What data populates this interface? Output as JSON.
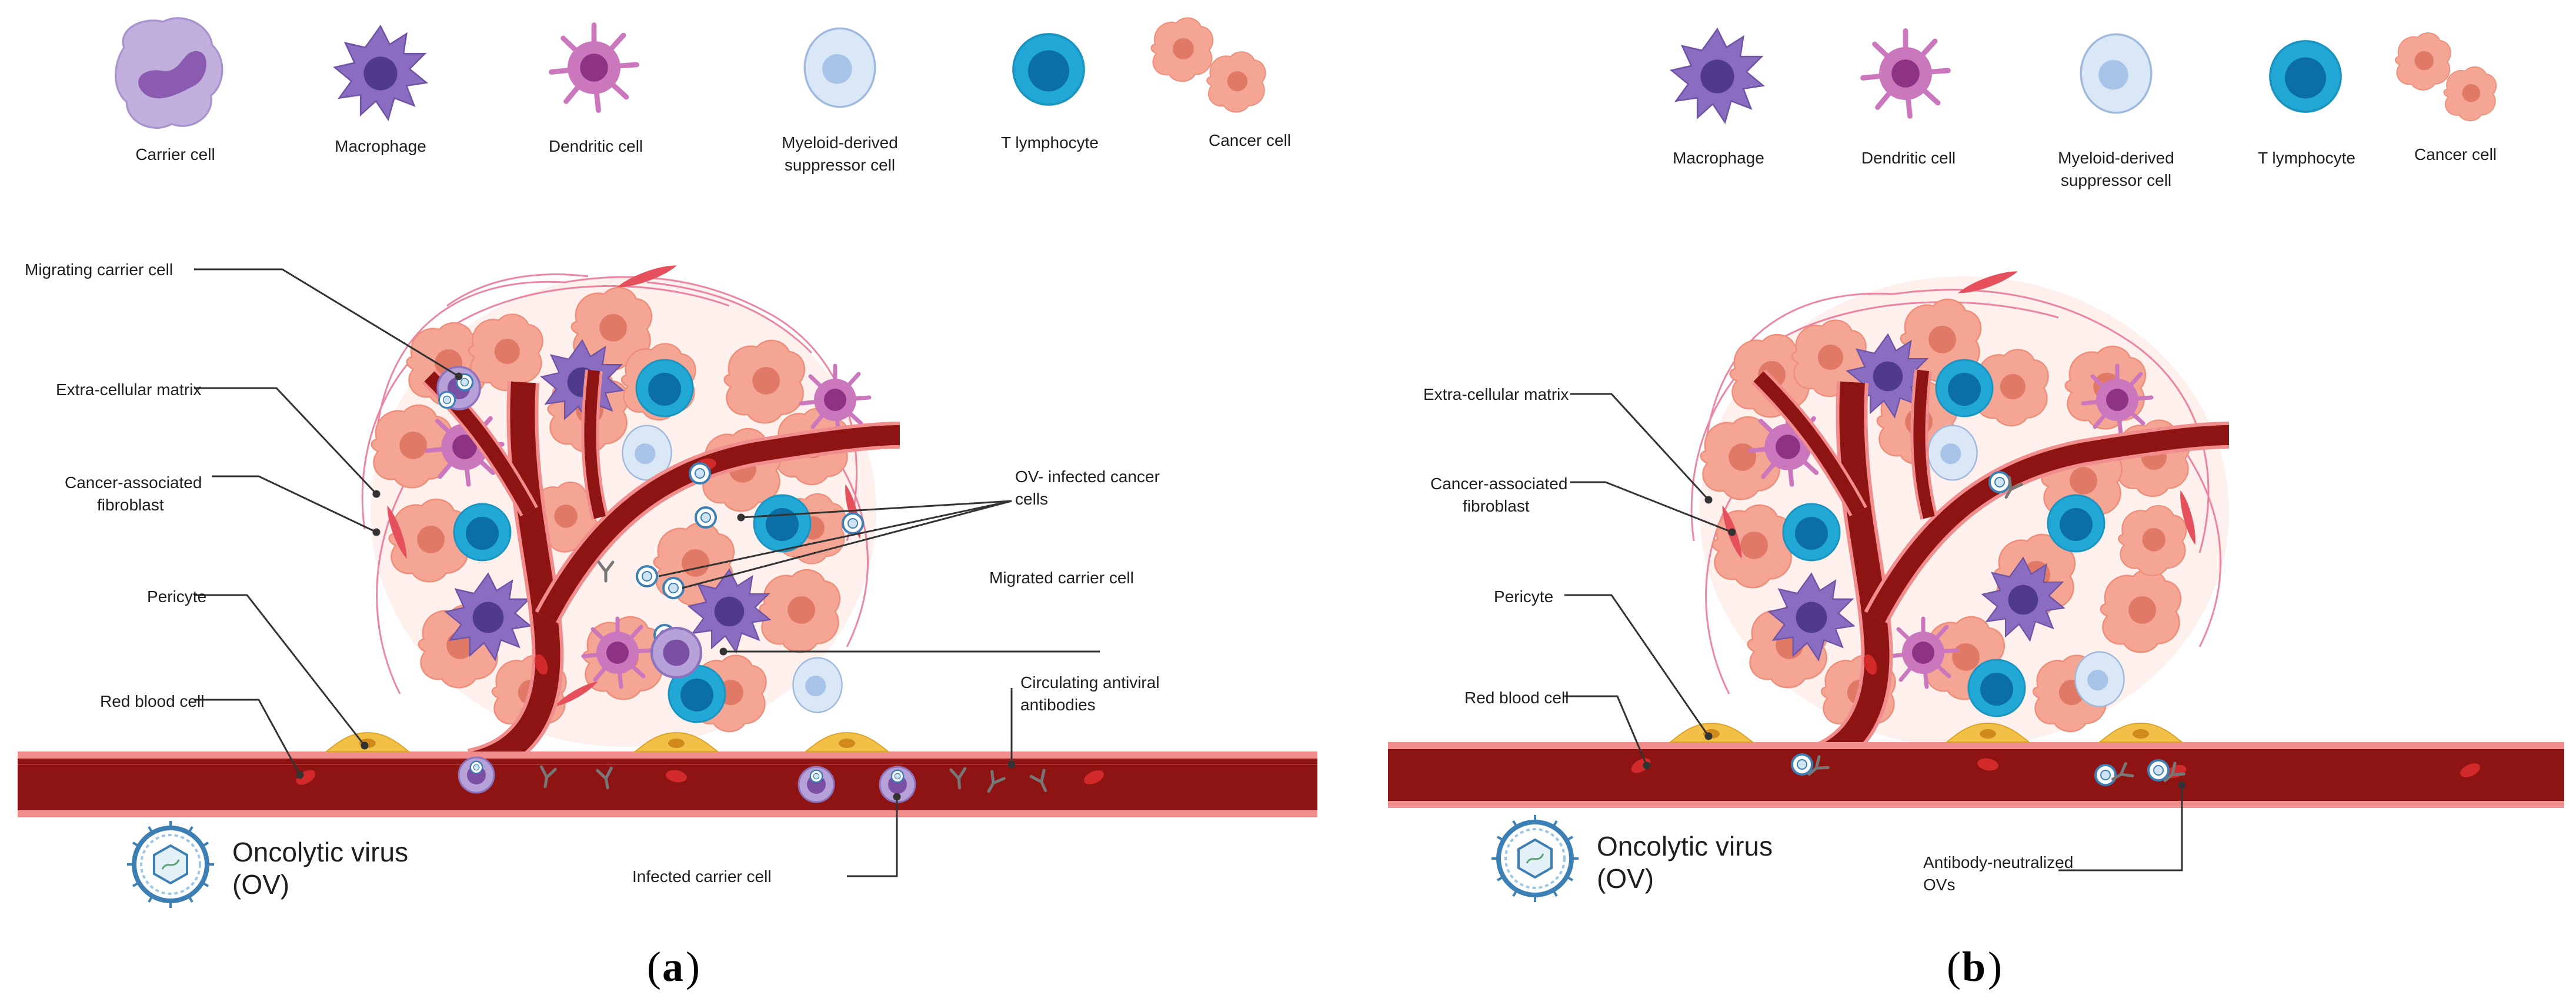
{
  "colors": {
    "vessel": "#8e1414",
    "vessel_edge": "#f28d8d",
    "cancer": "#f4a593",
    "cancer_nucleus": "#e07a67",
    "macrophage": "#8a6cc0",
    "macrophage_nucleus": "#4f3a8c",
    "dendritic": "#cb77bd",
    "dendritic_nucleus": "#8e3383",
    "t_cell": "#22a8d6",
    "t_cell_nucleus": "#0b6fa5",
    "mdsc": "#d9e7f7",
    "mdsc_nucleus": "#a7c4e8",
    "carrier": "#b6a1d8",
    "carrier_nucleus": "#7b4fa3",
    "pericyte": "#f2c046",
    "fibroblast": "#e6505c",
    "ecm": "#e86a8c",
    "virus": "#3c7fb5",
    "leader": "#333333"
  },
  "panel_a": {
    "tag": "a",
    "legend": {
      "carrier": "Carrier cell",
      "macrophage": "Macrophage",
      "dendritic": "Dendritic cell",
      "mdsc_line1": "Myeloid-derived",
      "mdsc_line2": "suppressor cell",
      "tcell": "T lymphocyte",
      "cancer": "Cancer cell"
    },
    "labels": {
      "migrating": "Migrating carrier cell",
      "ecm": "Extra-cellular matrix",
      "caf_line1": "Cancer-associated",
      "caf_line2": "fibroblast",
      "pericyte": "Pericyte",
      "rbc": "Red blood cell",
      "ov_infected_line1": "OV- infected cancer",
      "ov_infected_line2": "cells",
      "migrated": "Migrated carrier cell",
      "antibodies_line1": "Circulating antiviral",
      "antibodies_line2": "antibodies",
      "infected_carrier": "Infected  carrier  cell",
      "ov_line1": "Oncolytic virus",
      "ov_line2": "(OV)"
    }
  },
  "panel_b": {
    "tag": "b",
    "legend": {
      "macrophage": "Macrophage",
      "dendritic": "Dendritic cell",
      "mdsc_line1": "Myeloid-derived",
      "mdsc_line2": "suppressor cell",
      "tcell": "T lymphocyte",
      "cancer": "Cancer cell"
    },
    "labels": {
      "ecm": "Extra-cellular matrix",
      "caf_line1": "Cancer-associated",
      "caf_line2": "fibroblast",
      "pericyte": "Pericyte",
      "rbc": "Red blood cell",
      "neutralized_line1": "Antibody-neutralized",
      "neutralized_line2": "OVs",
      "ov_line1": "Oncolytic virus",
      "ov_line2": "(OV)"
    }
  }
}
